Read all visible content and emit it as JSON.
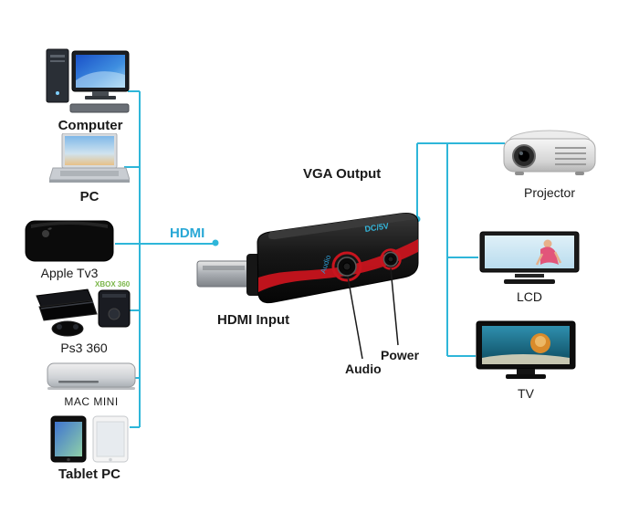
{
  "diagram": {
    "left_devices": [
      {
        "id": "computer",
        "label": "Computer"
      },
      {
        "id": "pc",
        "label": "PC"
      },
      {
        "id": "apple-tv",
        "label": "Apple Tv3"
      },
      {
        "id": "ps3-360",
        "label": "Ps3 360"
      },
      {
        "id": "mac-mini",
        "label": "MAC MINI"
      },
      {
        "id": "tablet-pc",
        "label": "Tablet PC"
      }
    ],
    "right_devices": [
      {
        "id": "projector",
        "label": "Projector"
      },
      {
        "id": "lcd",
        "label": "LCD"
      },
      {
        "id": "tv",
        "label": "TV"
      }
    ],
    "adapter": {
      "hdmi_label": "HDMI",
      "vga_output_label": "VGA Output",
      "hdmi_input_label": "HDMI Input",
      "audio_label": "Audio",
      "power_label": "Power",
      "port_text_dc": "DC/5V",
      "port_text_audio": "Audio"
    },
    "icon_texts": {
      "xbox": "XBOX 360"
    },
    "colors": {
      "connector": "#2eb6d9",
      "hdmi_text": "#29a8d6",
      "label_text": "#1a1a1a",
      "accent_red": "#c8141e"
    }
  }
}
